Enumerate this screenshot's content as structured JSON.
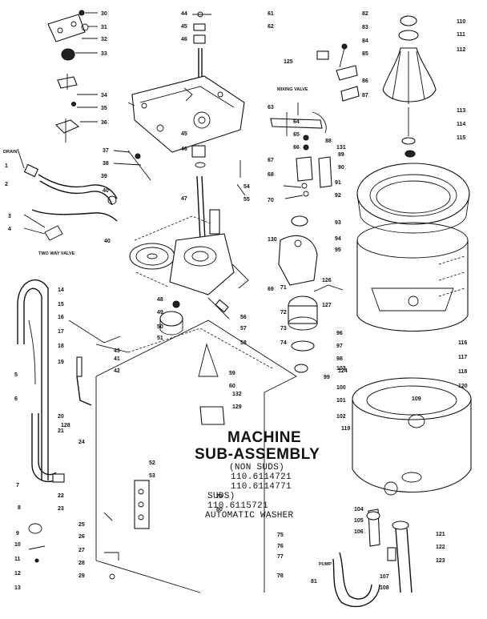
{
  "title": {
    "line1": "MACHINE",
    "line2": "SUB-ASSEMBLY"
  },
  "models": {
    "non_suds_label": "(NON SUDS)",
    "non_suds": [
      "110.6114721",
      "110.6114771"
    ],
    "suds_label": "SUDS)",
    "suds": [
      "110.6115721"
    ],
    "product": "AUTOMATIC WASHER"
  },
  "annotations": {
    "mixing_valve": "MIXING VALVE",
    "drain": "DRAIN",
    "two_way_valve": "TWO WAY VALVE",
    "pump": "PUMP"
  },
  "callouts": [
    "30",
    "31",
    "32",
    "33",
    "34",
    "35",
    "36",
    "37",
    "38",
    "39",
    "40",
    "40",
    "44",
    "45",
    "46",
    "45",
    "46",
    "47",
    "48",
    "49",
    "50",
    "51",
    "61",
    "62",
    "125",
    "82",
    "83",
    "84",
    "85",
    "86",
    "87",
    "63",
    "64",
    "65",
    "66",
    "67",
    "54",
    "55",
    "68",
    "69",
    "70",
    "88",
    "89",
    "90",
    "91",
    "92",
    "93",
    "94",
    "95",
    "126",
    "127",
    "130",
    "110",
    "111",
    "112",
    "113",
    "114",
    "115",
    "131",
    "1",
    "2",
    "3",
    "4",
    "5",
    "6",
    "7",
    "8",
    "9",
    "10",
    "11",
    "12",
    "13",
    "14",
    "15",
    "16",
    "17",
    "18",
    "19",
    "20",
    "21",
    "22",
    "23",
    "24",
    "25",
    "26",
    "27",
    "28",
    "29",
    "41",
    "42",
    "43",
    "52",
    "53",
    "56",
    "57",
    "58",
    "59",
    "60",
    "71",
    "72",
    "73",
    "74",
    "96",
    "97",
    "98",
    "99",
    "100",
    "101",
    "102",
    "103",
    "104",
    "105",
    "106",
    "107",
    "108",
    "109",
    "116",
    "117",
    "118",
    "119",
    "120",
    "121",
    "122",
    "123",
    "124",
    "128",
    "129",
    "132",
    "75",
    "76",
    "77",
    "78",
    "79",
    "80",
    "81"
  ]
}
